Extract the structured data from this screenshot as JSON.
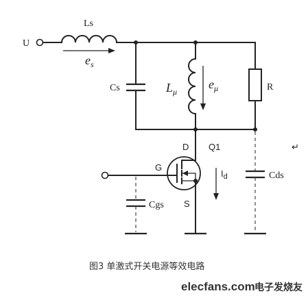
{
  "labels": {
    "input": "U",
    "ls": "Ls",
    "es_main": "e",
    "es_sub": "s",
    "cs": "Cs",
    "lmu_main": "L",
    "lmu_sub": "μ",
    "emu_main": "e",
    "emu_sub": "μ",
    "r": "R",
    "drain": "D",
    "gate": "G",
    "source": "S",
    "q1": "Q1",
    "id_main": "I",
    "id_sub": "d",
    "cds": "Cds",
    "cgs": "Cgs"
  },
  "caption": "图3 单激式开关电源等效电路",
  "watermark": {
    "site": "elecfans.com",
    "brand": "电子发烧友",
    "mark": "↵"
  },
  "colors": {
    "line": "#222222",
    "watermark_blue": "#1a4fa0"
  }
}
